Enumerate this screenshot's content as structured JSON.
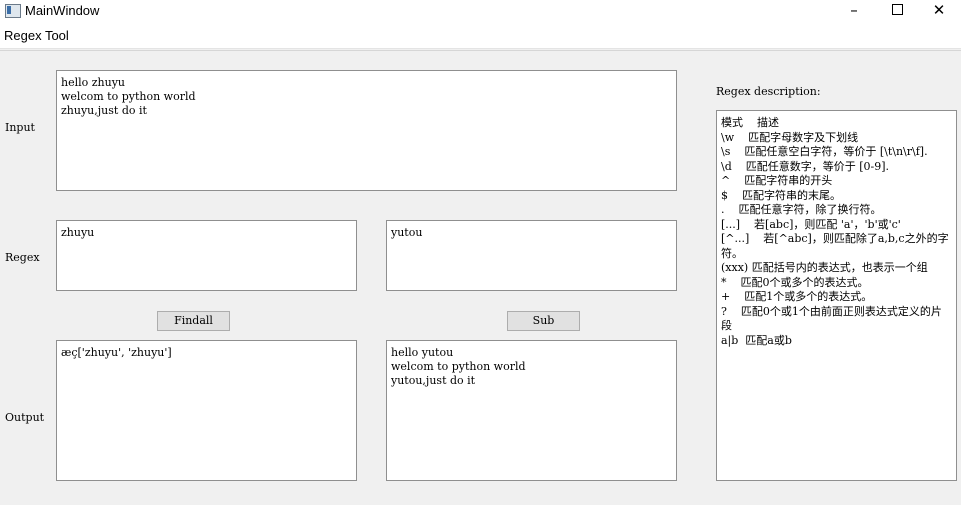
{
  "window": {
    "title": "MainWindow",
    "minimize": "–",
    "close": "✕"
  },
  "menu": {
    "item1": "Regex Tool"
  },
  "labels": {
    "input": "Input",
    "regex": "Regex",
    "output": "Output",
    "description": "Regex description:"
  },
  "input_text": "hello zhuyu\nwelcom to python world\nzhuyu,just do it",
  "regex_pattern": "zhuyu",
  "replacement": "yutou",
  "buttons": {
    "findall": "Findall",
    "sub": "Sub"
  },
  "findall_output": "æç['zhuyu', 'zhuyu']",
  "sub_output": "hello yutou\nwelcom to python world\nyutou,just do it",
  "description_lines": [
    "模式    描述",
    "\\w    匹配字母数字及下划线",
    "\\s    匹配任意空白字符，等价于 [\\t\\n\\r\\f].",
    "\\d    匹配任意数字，等价于 [0-9].",
    "^    匹配字符串的开头",
    "$    匹配字符串的末尾。",
    ".    匹配任意字符，除了换行符。",
    "[...]    若[abc]，则匹配 'a'，'b'或'c'",
    "[^...]    若[^abc]，则匹配除了a,b,c之外的字符。",
    "(xxx) 匹配括号内的表达式，也表示一个组",
    "*    匹配0个或多个的表达式。",
    "+    匹配1个或多个的表达式。",
    "?    匹配0个或1个由前面正则表达式定义的片段",
    "a|b  匹配a或b"
  ]
}
